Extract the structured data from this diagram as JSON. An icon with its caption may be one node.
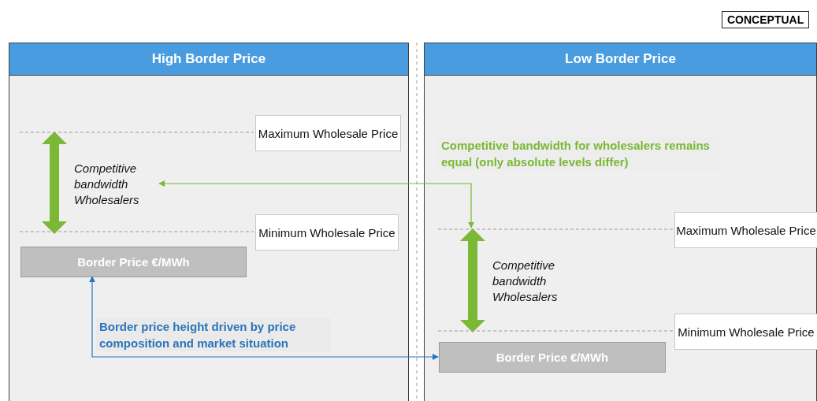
{
  "diagram": {
    "nodes": [
      {
        "text": [
          "High Border Price"
        ]
      },
      {
        "text": [
          "Maximum Wholesale Price"
        ],
        "in": 0
      },
      {
        "text": [
          "Competitive bandwidth Wholesalers"
        ],
        "in": 0
      },
      {
        "text": [
          "Minimum Wholesale Price"
        ],
        "in": 0
      },
      {
        "text": [
          "Border Price €/MWh"
        ],
        "in": 0
      },
      {
        "text": [
          "Low Border Price"
        ]
      },
      {
        "text": [
          "Maximum Wholesale Price"
        ],
        "in": 5
      },
      {
        "text": [
          "Competitive bandwidth Wholesalers"
        ],
        "in": 5
      },
      {
        "text": [
          "Minimum Wholesale Price"
        ],
        "in": 5
      },
      {
        "text": [
          "Border Price €/MWh"
        ],
        "in": 5
      }
    ],
    "edges": [
      {
        "from": 2,
        "to": 7,
        "arrow": "both",
        "color": "#7ab835"
      },
      {
        "from": 4,
        "to": 9,
        "arrow": "both",
        "color": "#2a75bb"
      }
    ],
    "labels": [
      "CONCEPTUAL",
      "Competitive bandwidth for wholesalers remains equal (only absolute levels differ)",
      "Border price height driven by price composition and market situation"
    ]
  }
}
